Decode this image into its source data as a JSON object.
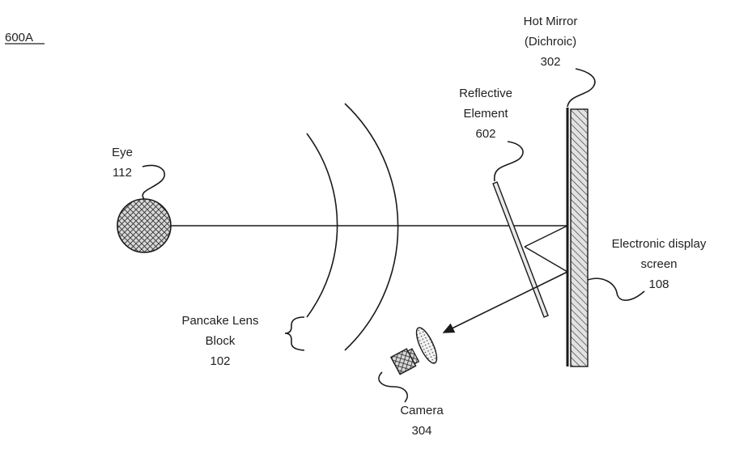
{
  "figure_id": "600A",
  "labels": {
    "hot_mirror": [
      "Hot Mirror",
      "(Dichroic)",
      "302"
    ],
    "reflective_element": [
      "Reflective",
      "Element",
      "602"
    ],
    "eye": [
      "Eye",
      "112"
    ],
    "display": [
      "Electronic display",
      "screen",
      "108"
    ],
    "lens": [
      "Pancake Lens",
      "Block",
      "102"
    ],
    "camera": [
      "Camera",
      "304"
    ]
  }
}
